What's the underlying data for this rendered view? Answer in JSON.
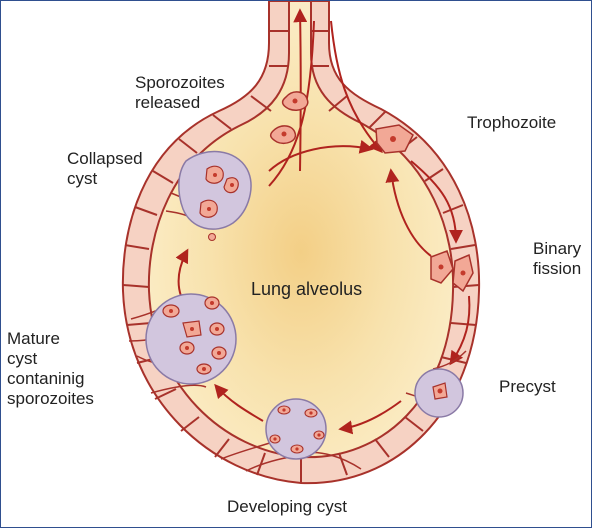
{
  "labels": {
    "sporozoites_released": "Sporozoites\nreleased",
    "trophozoite": "Trophozoite",
    "collapsed_cyst": "Collapsed\ncyst",
    "binary_fission": "Binary\nfission",
    "lung_alveolus": "Lung alveolus",
    "mature_cyst": "Mature\ncyst\ncontaninig\nsporozoites",
    "precyst": "Precyst",
    "developing_cyst": "Developing cyst"
  },
  "colors": {
    "alveolus_fill": "#fbedc7",
    "alveolus_center": "#f3cf86",
    "wall_cells": "#f6d2c3",
    "wall_outline": "#a8322b",
    "arrow": "#b0231e",
    "cyst_fill": "#d2c6de",
    "cyst_outline": "#8a7aa6",
    "organism_fill": "#f2a896",
    "nucleus": "#c43a2c",
    "frame": "#2f4f8f"
  }
}
